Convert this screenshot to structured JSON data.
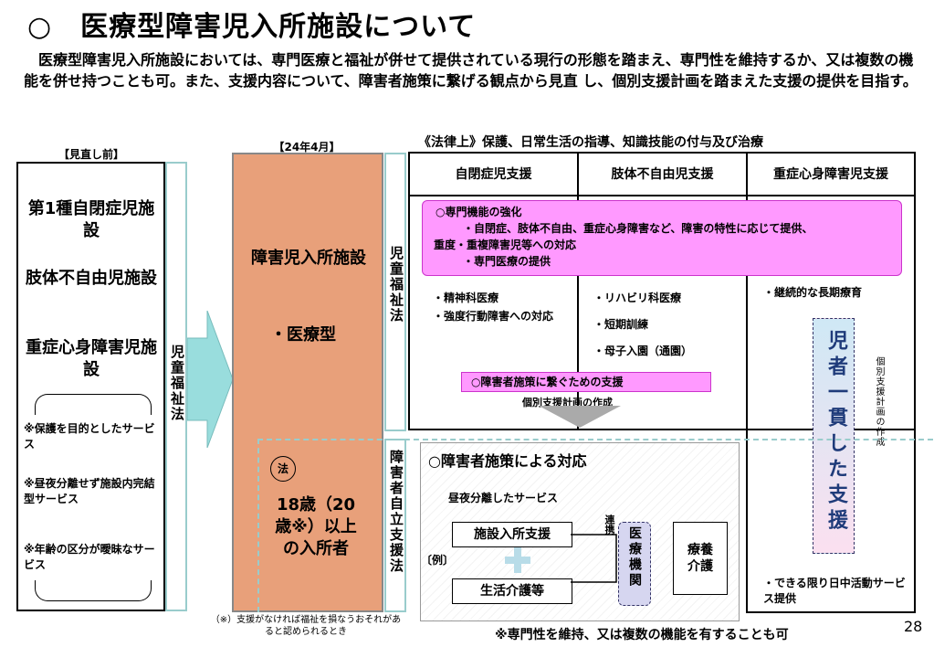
{
  "title": "○　医療型障害児入所施設について",
  "intro": "　医療型障害児入所施設においては、専門医療と福祉が併せて提供されている現行の形態を踏まえ、専門性を維持するか、又は複数の機能を併せ持つことも可。また、支援内容について、障害者施策に繋げる観点から見直 し、個別支援計画を踏まえた支援の提供を目指す。",
  "before": {
    "header": "【見直し前】",
    "items": [
      "第1種自閉症児施設",
      "肢体不自由児施設",
      "重症心身障害児施設"
    ],
    "notes": [
      "※保護を目的としたサービス",
      "※昼夜分離せず施設内完結型サービス",
      "※年齢の区分が曖昧なサービス"
    ],
    "law": "児童福祉法"
  },
  "after": {
    "header": "【24年4月】",
    "name": "障害児入所施設",
    "type": "・医療型",
    "law_badge": "法",
    "adult": "18歳（20歳※）以上の入所者",
    "footnote": "（※）支援がなければ福祉を損なうおそれがあると認められるとき"
  },
  "law_child": "児童福祉法",
  "law_disabled": "障害者自立支援法",
  "legal_caption": "《法律上》保護、日常生活の指導、知識技能の付与及び治療",
  "columns": [
    "自閉症児支援",
    "肢体不自由児支援",
    "重症心身障害児支援"
  ],
  "specialty": {
    "heading": "○専門機能の強化",
    "line1": "・自閉症、肢体不自由、重症心身障害など、障害の特性に応じて提供、",
    "line2": "重度・重複障害児等への対応",
    "line3": "・専門医療の提供"
  },
  "col1_items": [
    "・精神科医療",
    "・強度行動障害への対応"
  ],
  "col2_items": [
    "・リハビリ科医療",
    "・短期訓練",
    "・母子入園（通園）"
  ],
  "col3_item": "・継続的な長期療育",
  "connect": "○障害者施策に繋ぐための支援",
  "plan_caption": "個別支援計画の作成",
  "consistent": "児者一貫した支援",
  "individual_plan": "個別支援計画の作成",
  "adult_section": {
    "heading": "○障害者施策による対応",
    "subtitle": "昼夜分離したサービス",
    "facility": "施設入所支援",
    "example": "〔例〕",
    "daily": "生活介護等",
    "link": "連携",
    "medical": "医療機関",
    "care": "療養介護",
    "daytime": "・できる限り日中活動サービス提供"
  },
  "footer_note": "※専門性を維持、又は複数の機能を有することも可",
  "page_number": "28"
}
